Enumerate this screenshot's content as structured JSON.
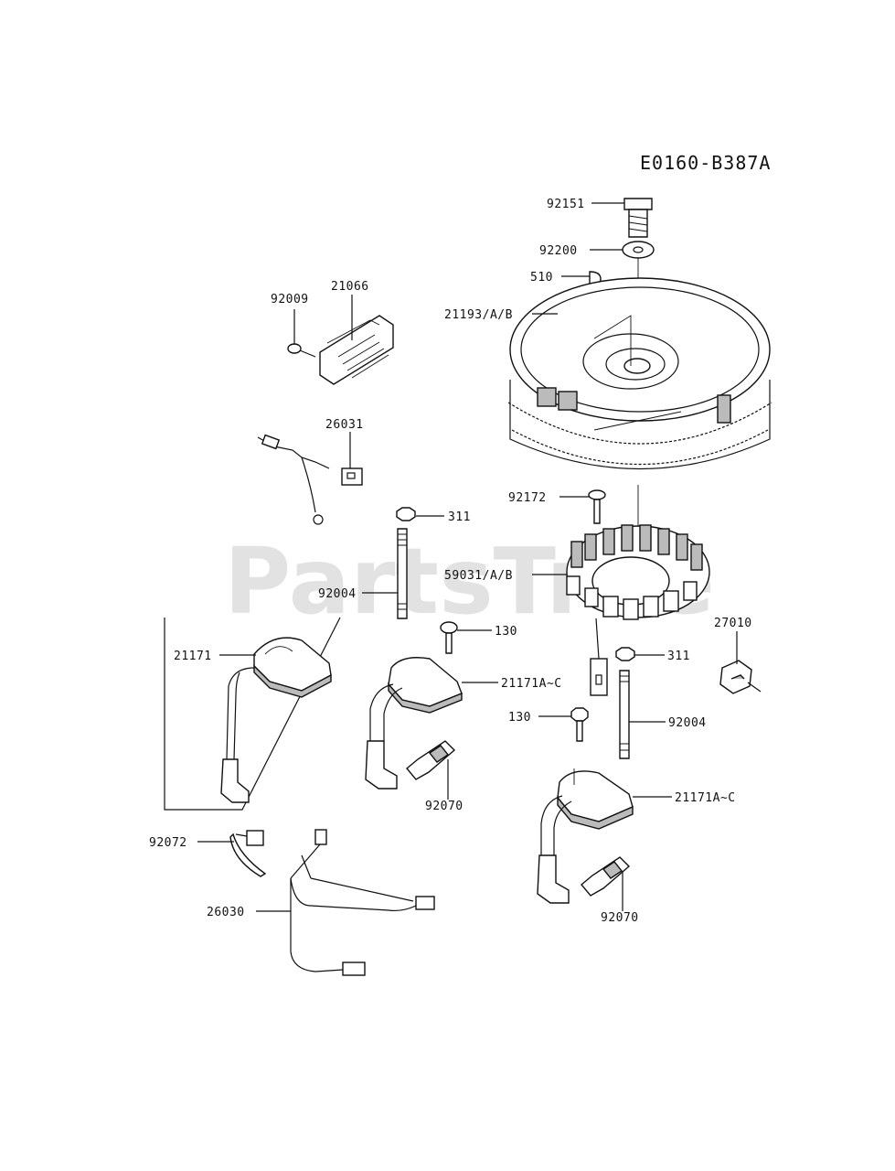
{
  "diagram_code": "E0160-B387A",
  "watermark": "PartsTree",
  "labels": {
    "p92151": "92151",
    "p92200": "92200",
    "p510": "510",
    "p21193": "21193/A/B",
    "p92009": "92009",
    "p21066": "21066",
    "p26031": "26031",
    "p311a": "311",
    "p92172": "92172",
    "p59031": "59031/A/B",
    "p92004a": "92004",
    "p130a": "130",
    "p21171": "21171",
    "p21171a": "21171A~C",
    "p27010": "27010",
    "p311b": "311",
    "p130b": "130",
    "p92004b": "92004",
    "p92070a": "92070",
    "p21171b": "21171A~C",
    "p92072": "92072",
    "p26030": "26030",
    "p92070b": "92070"
  }
}
